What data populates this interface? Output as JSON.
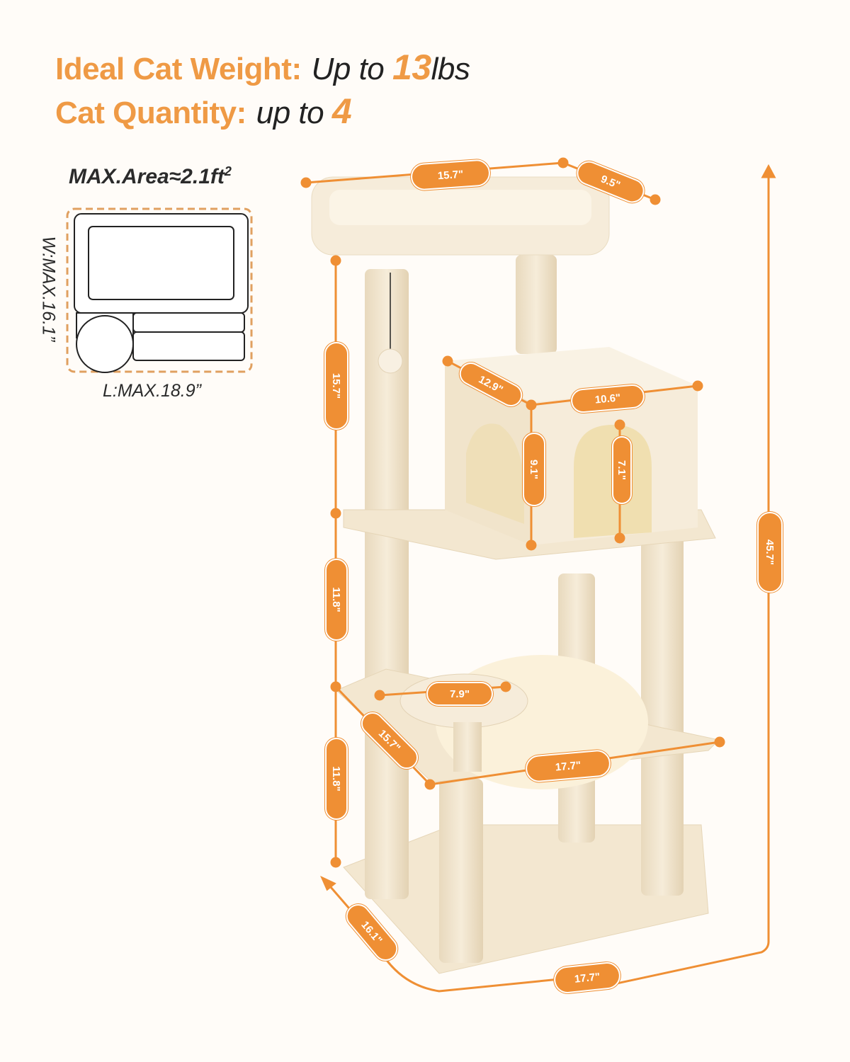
{
  "headline": {
    "weight_label": "Ideal Cat Weight:",
    "weight_prefix": "Up to",
    "weight_value": "13",
    "weight_unit": "lbs",
    "quantity_label": "Cat Quantity:",
    "quantity_prefix": "up to",
    "quantity_value": "4"
  },
  "footprint": {
    "title": "MAX.Area≈2.1ft",
    "title_sup": "2",
    "width_label": "W:MAX.16.1”",
    "length_label": "L:MAX.18.9”"
  },
  "dimensions": {
    "top_perch_length": "15.7\"",
    "top_perch_width": "9.5\"",
    "upper_post_height": "15.7\"",
    "condo_depth": "12.9\"",
    "condo_width": "10.6\"",
    "condo_height": "9.1\"",
    "condo_door_height": "7.1\"",
    "middle_post_height": "11.8\"",
    "round_perch_diameter": "7.9\"",
    "hammock_depth": "15.7\"",
    "hammock_length": "17.7\"",
    "lower_post_height": "11.8\"",
    "total_height": "45.7\"",
    "base_depth": "16.1\"",
    "base_length": "17.7\""
  },
  "colors": {
    "accent": "#ef8f34",
    "background": "#fffcf8",
    "plush": "#f3e7d0",
    "text_dark": "#222222"
  }
}
